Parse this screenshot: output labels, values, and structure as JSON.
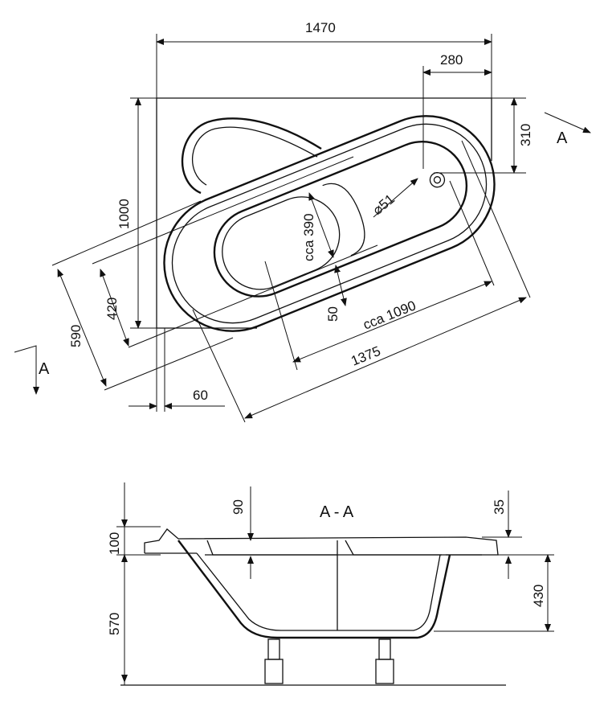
{
  "top_view": {
    "width_total": "1470",
    "drain_offset_x": "280",
    "drain_offset_y": "310",
    "depth_total": "1000",
    "drain_diameter": "⌀51",
    "basin_width": "cca 390",
    "width_420": "420",
    "width_590": "590",
    "step_50": "50",
    "basin_length": "cca 1090",
    "length_1375": "1375",
    "offset_60": "60",
    "section_marker_right": "A",
    "section_marker_left": "A"
  },
  "section_view": {
    "title": "A - A",
    "dim_90": "90",
    "dim_35": "35",
    "dim_100": "100",
    "dim_570": "570",
    "dim_430": "430"
  }
}
